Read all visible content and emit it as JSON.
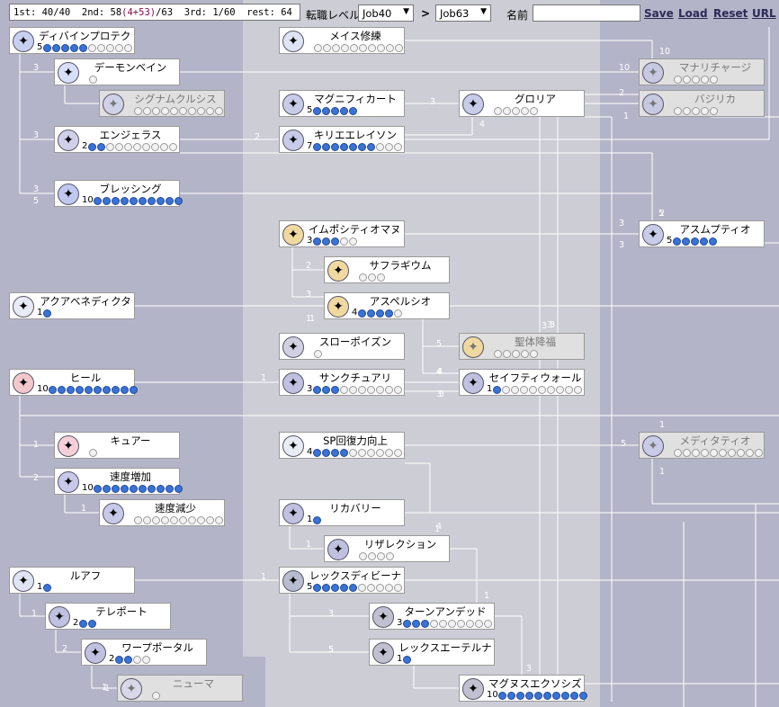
{
  "header": {
    "stat_1st": "1st: 40/40",
    "stat_2nd_prefix": "2nd:",
    "stat_2nd_value": "58",
    "stat_2nd_paren": "(4+53)",
    "stat_2nd_total": "/63",
    "stat_3rd": "3rd: 1/60",
    "stat_rest": "rest: 64",
    "job_level_label": "転職レベル",
    "job_select_1": "Job40",
    "separator": ">",
    "job_select_2": "Job63",
    "name_label": "名前",
    "name_value": "",
    "links": [
      "Save",
      "Load",
      "Reset",
      "URL"
    ]
  },
  "colors": {
    "col1": "#a9a9bf",
    "col2": "#d4d4dc",
    "col3": "#c1c1d2",
    "dot_on": "#3a72d6"
  },
  "skills": [
    {
      "id": "dp",
      "name": "ディバインプロテクション",
      "level": "5",
      "max": 10,
      "icon": "shield-cross-icon",
      "ic": "#c8d0f0",
      "enabled": true
    },
    {
      "id": "db",
      "name": "デーモンベイン",
      "level": "",
      "max": 0,
      "icon": "demon-bane-icon",
      "ic": "#d8e0ff",
      "enabled": true
    },
    {
      "id": "sig",
      "name": "シグナムクルシス",
      "level": "",
      "max": 10,
      "icon": "signum-crucis-icon",
      "ic": "#d0d0e8",
      "enabled": false
    },
    {
      "id": "ang",
      "name": "エンジェラス",
      "level": "2",
      "max": 10,
      "icon": "angelus-icon",
      "ic": "#d0d0e8",
      "enabled": true
    },
    {
      "id": "bls",
      "name": "ブレッシング",
      "level": "10",
      "max": 10,
      "icon": "blessing-icon",
      "ic": "#c0c8f0",
      "enabled": true
    },
    {
      "id": "aqua",
      "name": "アクアベネディクタ",
      "level": "1",
      "max": 1,
      "icon": "aqua-benedicta-icon",
      "ic": "#e8ecf8",
      "enabled": true
    },
    {
      "id": "heal",
      "name": "ヒール",
      "level": "10",
      "max": 10,
      "icon": "heal-icon",
      "ic": "#f3c8cc",
      "enabled": true
    },
    {
      "id": "cure",
      "name": "キュアー",
      "level": "",
      "max": 1,
      "icon": "cure-icon",
      "ic": "#f6d0d8",
      "enabled": true
    },
    {
      "id": "agi",
      "name": "速度増加",
      "level": "10",
      "max": 10,
      "icon": "increase-agi-icon",
      "ic": "#c8c8e8",
      "enabled": true
    },
    {
      "id": "dagi",
      "name": "速度減少",
      "level": "",
      "max": 10,
      "icon": "decrease-agi-icon",
      "ic": "#c8c8e8",
      "enabled": true
    },
    {
      "id": "ruw",
      "name": "ルアフ",
      "level": "1",
      "max": 1,
      "icon": "ruwach-icon",
      "ic": "#e0e4f4",
      "enabled": true
    },
    {
      "id": "tel",
      "name": "テレポート",
      "level": "2",
      "max": 2,
      "icon": "teleport-icon",
      "ic": "#c0c0e0",
      "enabled": true
    },
    {
      "id": "wp",
      "name": "ワープポータル",
      "level": "2",
      "max": 4,
      "icon": "warp-portal-icon",
      "ic": "#c0c0e0",
      "enabled": true
    },
    {
      "id": "pn",
      "name": "ニューマ",
      "level": "",
      "max": 1,
      "icon": "pneuma-icon",
      "ic": "#d8d8e8",
      "enabled": false
    },
    {
      "id": "mace",
      "name": "メイス修練",
      "level": "",
      "max": 10,
      "icon": "mace-icon",
      "ic": "#dfe4f4",
      "enabled": true
    },
    {
      "id": "mag",
      "name": "マグニフィカート",
      "level": "5",
      "max": 5,
      "icon": "magnificat-icon",
      "ic": "#c8cce8",
      "enabled": true
    },
    {
      "id": "kyr",
      "name": "キリエエレイソン",
      "level": "7",
      "max": 10,
      "icon": "kyrie-icon",
      "ic": "#c8cce8",
      "enabled": true
    },
    {
      "id": "imp",
      "name": "イムポシティオマヌス",
      "level": "3",
      "max": 5,
      "icon": "impositio-icon",
      "ic": "#f0d9a0",
      "enabled": true
    },
    {
      "id": "suf",
      "name": "サフラギウム",
      "level": "",
      "max": 3,
      "icon": "suffragium-icon",
      "ic": "#f0d9a0",
      "enabled": true
    },
    {
      "id": "asp",
      "name": "アスペルシオ",
      "level": "4",
      "max": 5,
      "icon": "aspersio-icon",
      "ic": "#f0d9a0",
      "enabled": true
    },
    {
      "id": "slow",
      "name": "スローポイズン",
      "level": "",
      "max": 0,
      "icon": "slow-poison-icon",
      "ic": "#d0d0e0",
      "enabled": true
    },
    {
      "id": "sanc",
      "name": "サンクチュアリ",
      "level": "3",
      "max": 10,
      "icon": "sanctuary-icon",
      "ic": "#c0c0e0",
      "enabled": true
    },
    {
      "id": "sp",
      "name": "SP回復力向上",
      "level": "4",
      "max": 10,
      "icon": "sp-recovery-icon",
      "ic": "#e8ecf4",
      "enabled": true
    },
    {
      "id": "rec",
      "name": "リカバリー",
      "level": "1",
      "max": 1,
      "icon": "recovery-icon",
      "ic": "#c0c0e0",
      "enabled": true
    },
    {
      "id": "res",
      "name": "リザレクション",
      "level": "",
      "max": 4,
      "icon": "resurrection-icon",
      "ic": "#c0c0e0",
      "enabled": true
    },
    {
      "id": "lex",
      "name": "レックスディビーナ",
      "level": "5",
      "max": 10,
      "icon": "lex-divina-icon",
      "ic": "#b8bcd0",
      "enabled": true
    },
    {
      "id": "tu",
      "name": "ターンアンデッド",
      "level": "3",
      "max": 10,
      "icon": "turn-undead-icon",
      "ic": "#c0c0d0",
      "enabled": true
    },
    {
      "id": "lae",
      "name": "レックスエーテルナ",
      "level": "1",
      "max": 1,
      "icon": "lex-aeterna-icon",
      "ic": "#c0c0d0",
      "enabled": true
    },
    {
      "id": "glo",
      "name": "グロリア",
      "level": "",
      "max": 5,
      "icon": "gloria-icon",
      "ic": "#c8cce8",
      "enabled": true
    },
    {
      "id": "bss",
      "name": "聖体降福",
      "level": "",
      "max": 5,
      "icon": "blessed-sacrament-icon",
      "ic": "#f0d9a0",
      "enabled": false
    },
    {
      "id": "sw",
      "name": "セイフティウォール",
      "level": "1",
      "max": 10,
      "icon": "safety-wall-icon",
      "ic": "#c0c0e0",
      "enabled": true
    },
    {
      "id": "mx",
      "name": "マグヌスエクソシズム",
      "level": "10",
      "max": 10,
      "icon": "magnus-exorcismus-icon",
      "ic": "#c0c0d0",
      "enabled": true
    },
    {
      "id": "mnc",
      "name": "マナリチャージ",
      "level": "",
      "max": 5,
      "icon": "mana-recharge-icon",
      "ic": "#c8c8e0",
      "enabled": false
    },
    {
      "id": "bas",
      "name": "バジリカ",
      "level": "",
      "max": 5,
      "icon": "basilica-icon",
      "ic": "#c8c8e0",
      "enabled": false
    },
    {
      "id": "ass",
      "name": "アスムプティオ",
      "level": "5",
      "max": 5,
      "icon": "assumptio-icon",
      "ic": "#c8cce8",
      "enabled": true
    },
    {
      "id": "med",
      "name": "メディタティオ",
      "level": "",
      "max": 10,
      "icon": "meditatio-icon",
      "ic": "#c8cce8",
      "enabled": false
    }
  ],
  "link_numbers": [
    "3",
    "3",
    "3",
    "5",
    "2",
    "2",
    "3",
    "4",
    "1",
    "1",
    "10",
    "10",
    "2",
    "1",
    "2",
    "3",
    "1",
    "3",
    "5",
    "4",
    "3",
    "1",
    "4",
    "1",
    "3",
    "5",
    "1",
    "1",
    "3",
    "5",
    "1",
    "1",
    "1",
    "2",
    "1",
    "2",
    "3",
    "3",
    "3",
    "5",
    "4",
    "1",
    "1",
    "3",
    "3",
    "1",
    "5"
  ]
}
